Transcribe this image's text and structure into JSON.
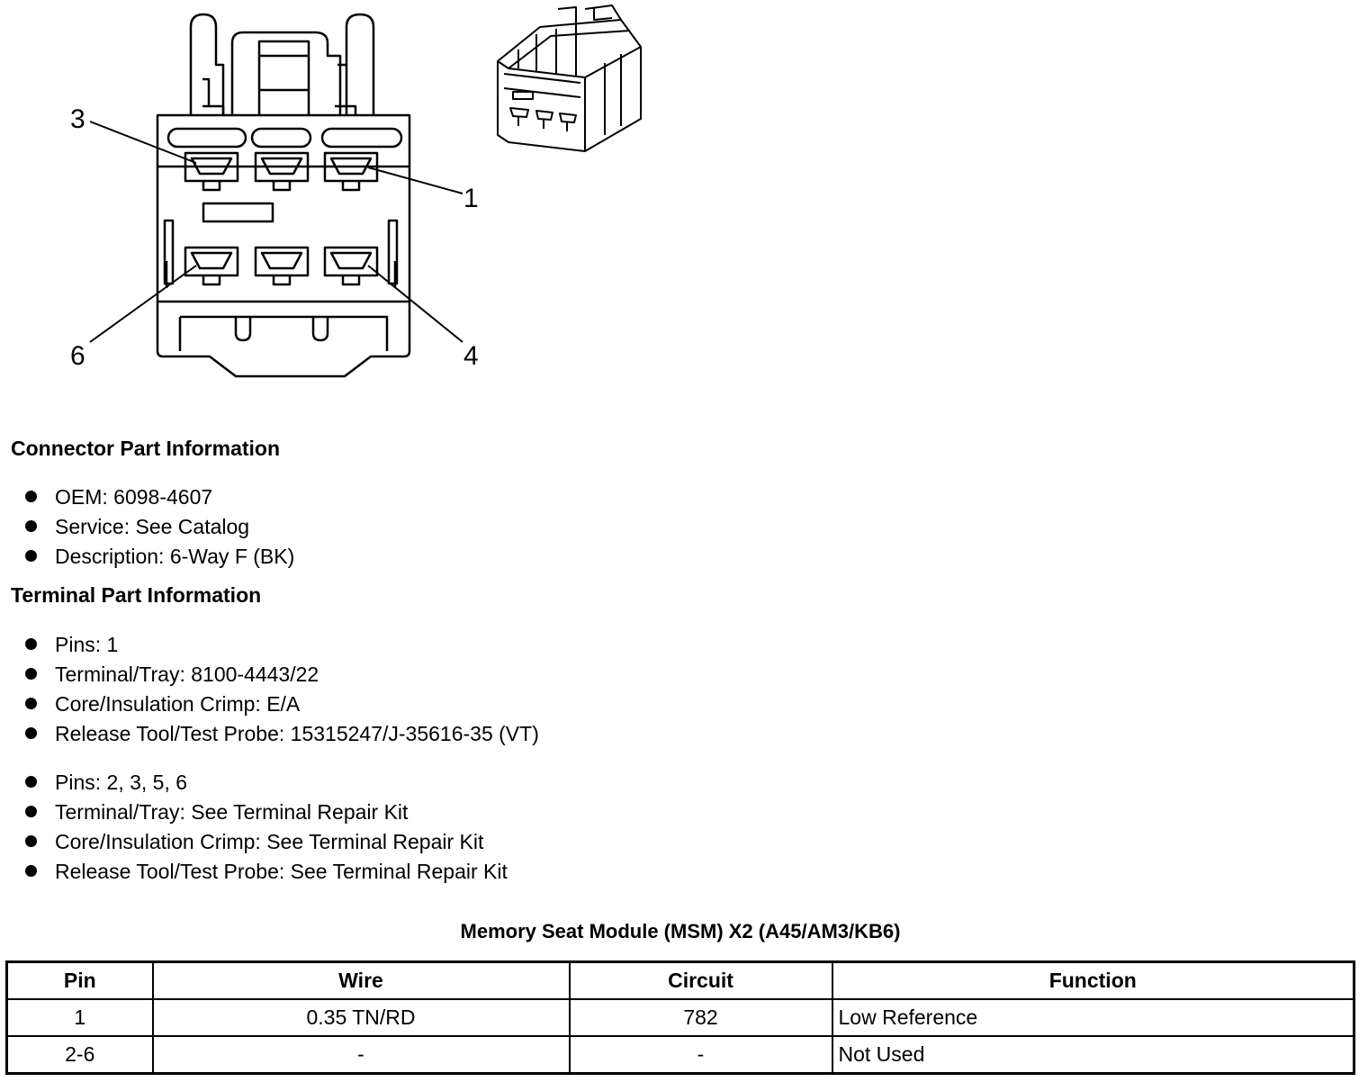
{
  "diagram": {
    "pin_labels": {
      "p3": "3",
      "p1": "1",
      "p6": "6",
      "p4": "4"
    }
  },
  "connector_part_info": {
    "heading": "Connector Part Information",
    "items": [
      "OEM: 6098-4607",
      "Service: See Catalog",
      "Description: 6-Way F (BK)"
    ]
  },
  "terminal_part_info": {
    "heading": "Terminal Part Information",
    "group1": [
      "Pins: 1",
      "Terminal/Tray: 8100-4443/22",
      "Core/Insulation Crimp: E/A",
      "Release Tool/Test Probe: 15315247/J-35616-35 (VT)"
    ],
    "group2": [
      "Pins: 2, 3, 5, 6",
      "Terminal/Tray: See Terminal Repair Kit",
      "Core/Insulation Crimp: See Terminal Repair Kit",
      "Release Tool/Test Probe: See Terminal Repair Kit"
    ]
  },
  "pinout_table": {
    "title": "Memory Seat Module (MSM) X2 (A45/AM3/KB6)",
    "headers": [
      "Pin",
      "Wire",
      "Circuit",
      "Function"
    ],
    "rows": [
      [
        "1",
        "0.35 TN/RD",
        "782",
        "Low Reference"
      ],
      [
        "2-6",
        "-",
        "-",
        "Not Used"
      ]
    ]
  }
}
